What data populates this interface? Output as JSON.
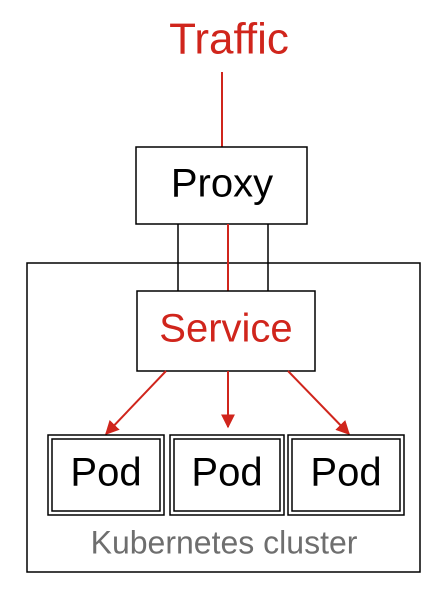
{
  "colors": {
    "accent": "#d0251c",
    "stroke": "#000000",
    "caption": "#6e6e6e",
    "background": "#ffffff"
  },
  "traffic": {
    "label": "Traffic"
  },
  "proxy": {
    "label": "Proxy"
  },
  "service": {
    "label": "Service"
  },
  "pods": [
    {
      "label": "Pod"
    },
    {
      "label": "Pod"
    },
    {
      "label": "Pod"
    }
  ],
  "cluster": {
    "label": "Kubernetes cluster"
  }
}
